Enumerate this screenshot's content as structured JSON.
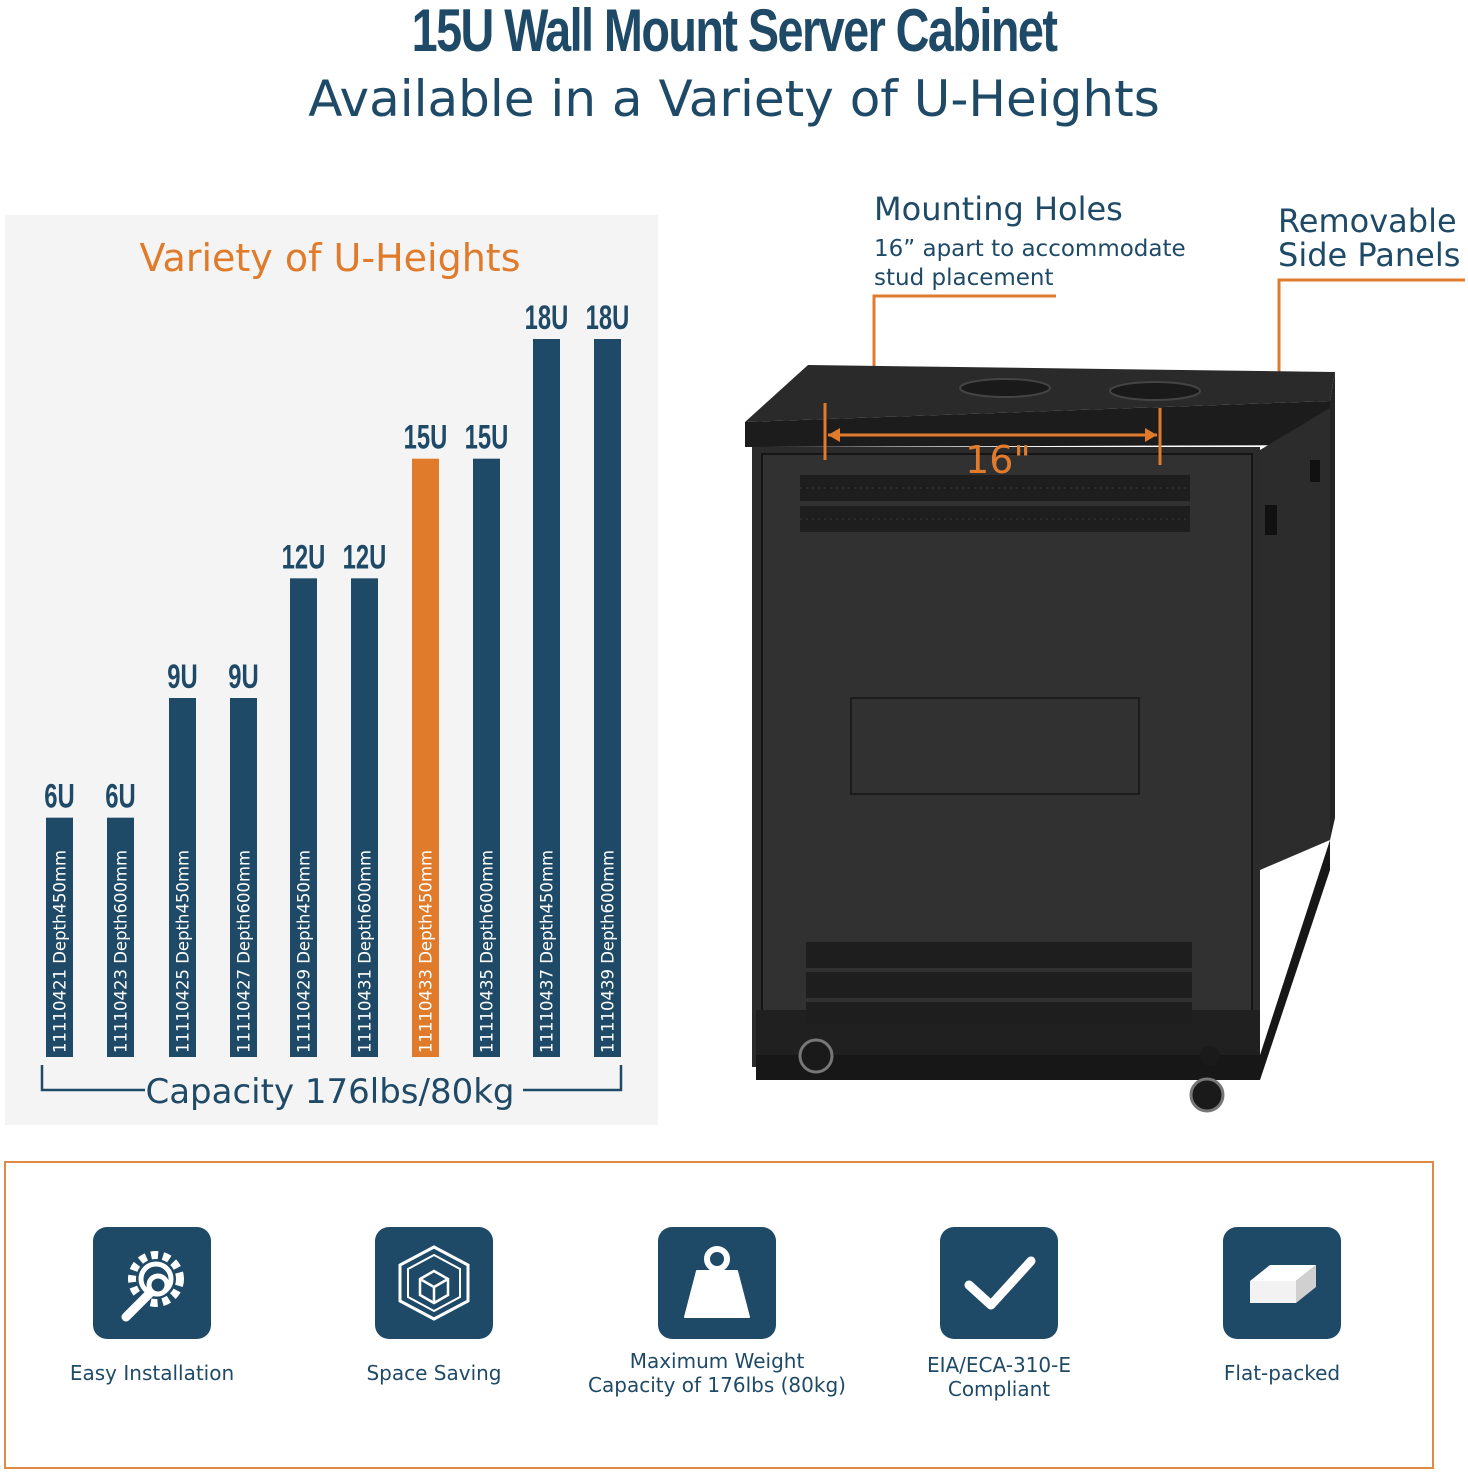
{
  "header": {
    "title": "15U Wall Mount Server Cabinet",
    "subtitle": "Available in a Variety of U-Heights"
  },
  "chart_data": {
    "type": "bar",
    "title": "Variety of U-Heights",
    "categories": [
      "11110421",
      "11110423",
      "11110425",
      "11110427",
      "11110429",
      "11110431",
      "11110433",
      "11110435",
      "11110437",
      "11110439"
    ],
    "values": [
      6,
      6,
      9,
      9,
      12,
      12,
      15,
      15,
      18,
      18
    ],
    "bar_top_labels": [
      "6U",
      "6U",
      "9U",
      "9U",
      "12U",
      "12U",
      "15U",
      "15U",
      "18U",
      "18U"
    ],
    "bar_inner_labels": [
      "11110421  Depth450mm",
      "11110423  Depth600mm",
      "11110425  Depth450mm",
      "11110427  Depth600mm",
      "11110429  Depth450mm",
      "11110431  Depth600mm",
      "11110433  Depth450mm",
      "11110435  Depth600mm",
      "11110437  Depth450mm",
      "11110439  Depth600mm"
    ],
    "highlight_index": 6,
    "colors": {
      "bar": "#1f4a67",
      "highlight": "#e07b2c",
      "title": "#e07b2c"
    },
    "capacity_label": "Capacity 176lbs/80kg",
    "ylim": [
      0,
      18
    ],
    "grid": false
  },
  "cabinet": {
    "mounting": {
      "title": "Mounting Holes",
      "sub1": "16” apart to accommodate",
      "sub2": "stud placement"
    },
    "panels": {
      "line1": "Removable",
      "line2": "Side Panels"
    },
    "dimension": "16\""
  },
  "features": [
    {
      "icon": "gear-wrench-icon",
      "label": "Easy Installation",
      "label2": ""
    },
    {
      "icon": "cube-icon",
      "label": "Space Saving",
      "label2": ""
    },
    {
      "icon": "weight-icon",
      "label": "Maximum Weight",
      "label2": "Capacity of 176lbs (80kg)"
    },
    {
      "icon": "checkmark-icon",
      "label": "EIA/ECA-310-E",
      "label2": "Compliant"
    },
    {
      "icon": "flat-pack-icon",
      "label": "Flat-packed",
      "label2": ""
    }
  ],
  "colors": {
    "navy": "#1f4a67",
    "orange": "#e07b2c",
    "panel": "#f4f4f4"
  }
}
